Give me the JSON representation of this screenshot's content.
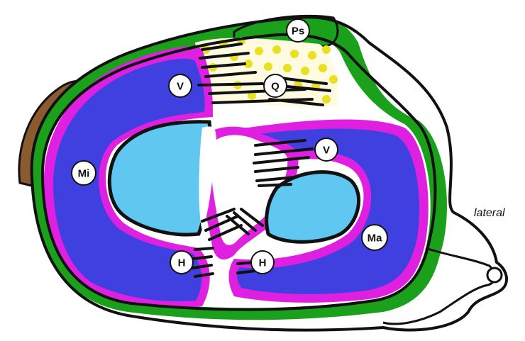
{
  "labels": {
    "ps": "Ps",
    "q": "Q",
    "v_top": "V",
    "v_right": "V",
    "mi": "Mi",
    "ma": "Ma",
    "h_left": "H",
    "h_right": "H"
  },
  "side_label": "lateral",
  "colors": {
    "outline": "#111111",
    "green": "#1aa01a",
    "magenta": "#e020e0",
    "blue": "#4040e0",
    "light_blue": "#60c8f0",
    "yellow": "#e8e020",
    "brown": "#8a5a30"
  }
}
